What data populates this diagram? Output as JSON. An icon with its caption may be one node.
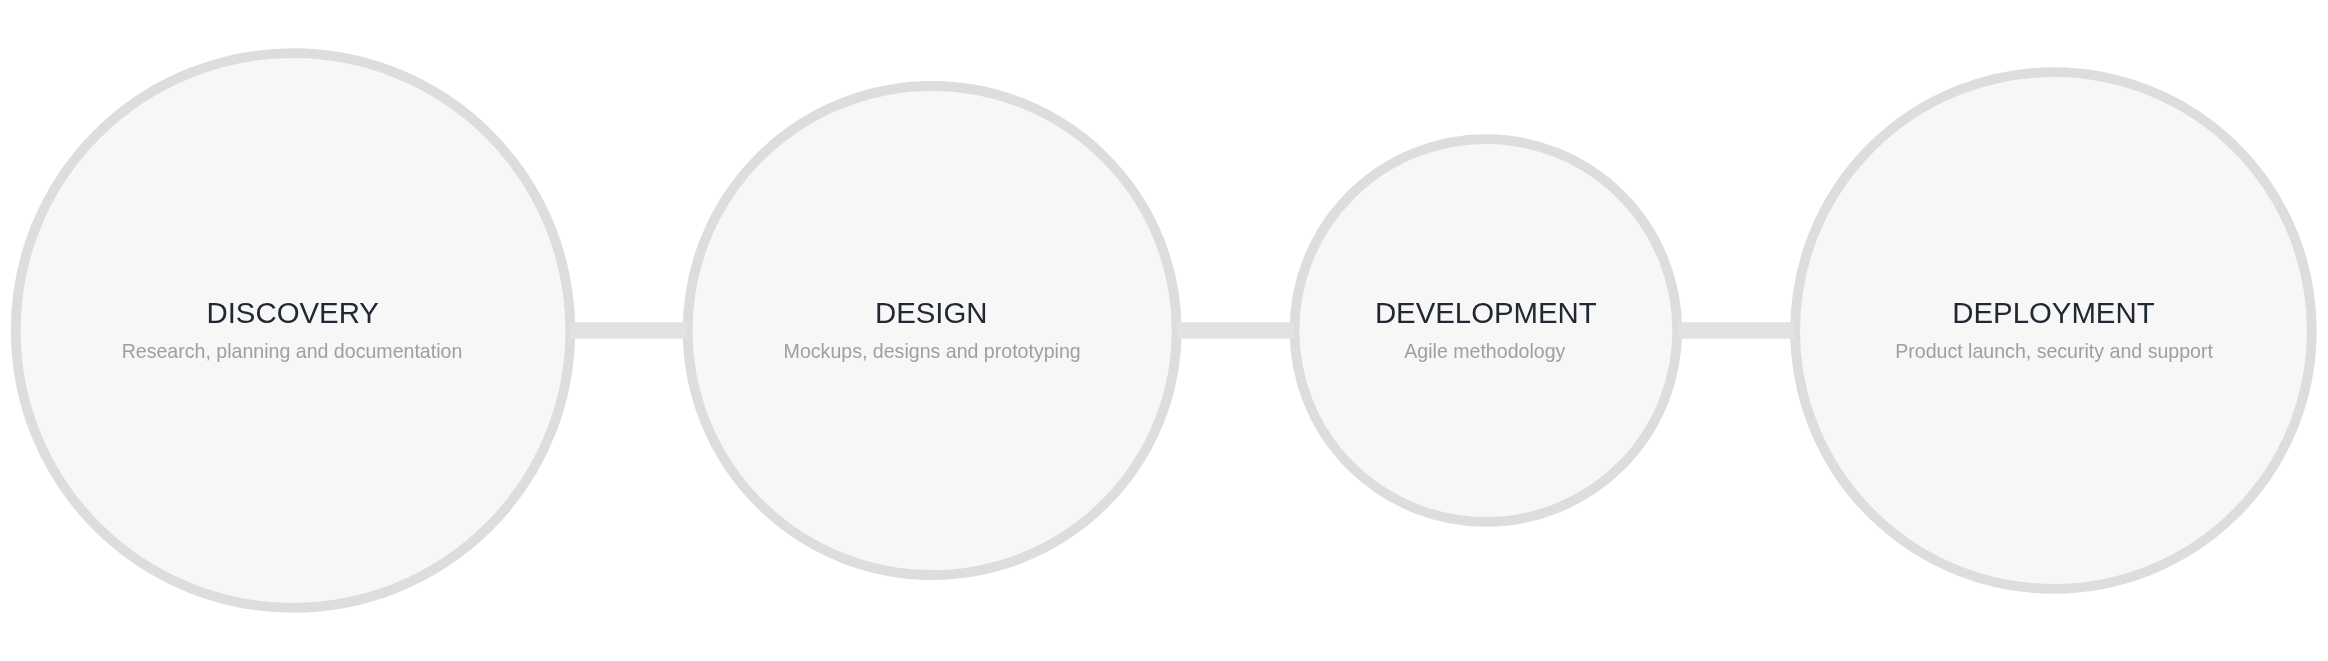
{
  "diagram": {
    "nodes": [
      {
        "text": [
          "DISCOVERY",
          "Research, planning and documentation"
        ]
      },
      {
        "text": [
          "DESIGN",
          "Mockups, designs and prototyping"
        ]
      },
      {
        "text": [
          "DEVELOPMENT",
          "Agile methodology"
        ]
      },
      {
        "text": [
          "DEPLOYMENT",
          "Product launch, security and support"
        ]
      }
    ],
    "edges": [
      {
        "from": 0,
        "to": 1,
        "arrow": "none"
      },
      {
        "from": 1,
        "to": 2,
        "arrow": "none"
      },
      {
        "from": 2,
        "to": 3,
        "arrow": "none"
      }
    ]
  }
}
